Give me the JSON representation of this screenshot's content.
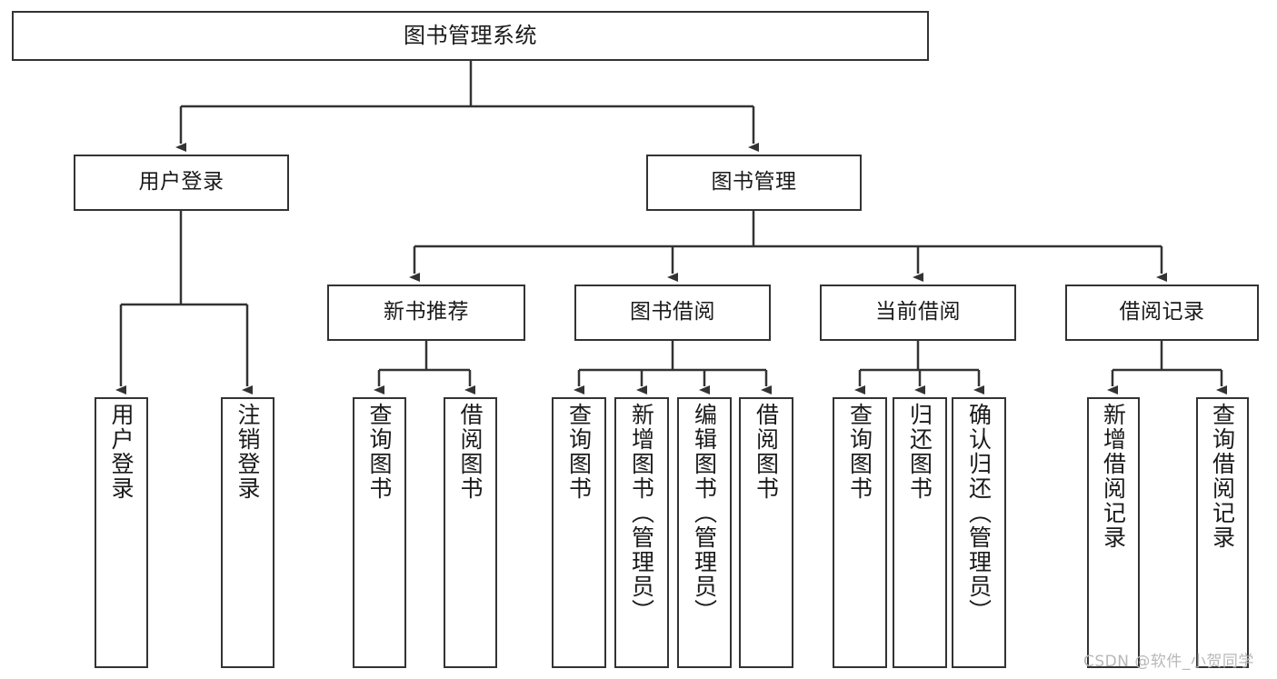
{
  "diagram": {
    "title": "图书管理系统",
    "watermark": "CSDN @软件_小贺同学",
    "levels": {
      "root_label": "图书管理系统",
      "level2": [
        "用户登录",
        "图书管理"
      ],
      "level3": [
        "新书推荐",
        "图书借阅",
        "当前借阅",
        "借阅记录"
      ]
    },
    "nodes": {
      "root": {
        "label": "图书管理系统"
      },
      "user_login": {
        "label": "用户登录"
      },
      "book_manage": {
        "label": "图书管理"
      },
      "new_book_rec": {
        "label": "新书推荐"
      },
      "book_borrow": {
        "label": "图书借阅"
      },
      "current_borrow": {
        "label": "当前借阅"
      },
      "borrow_record": {
        "label": "借阅记录"
      },
      "leaf_user_login": {
        "label": "用户登录"
      },
      "leaf_logout": {
        "label": "注销登录"
      },
      "leaf_query_book_a": {
        "label": "查询图书"
      },
      "leaf_borrow_book_a": {
        "label": "借阅图书"
      },
      "leaf_query_book_b": {
        "label": "查询图书"
      },
      "leaf_add_book": {
        "label": "新增图书（管理员）"
      },
      "leaf_edit_book": {
        "label": "编辑图书（管理员）"
      },
      "leaf_borrow_book_b": {
        "label": "借阅图书"
      },
      "leaf_query_book_c": {
        "label": "查询图书"
      },
      "leaf_return_book": {
        "label": "归还图书"
      },
      "leaf_confirm_return": {
        "label": "确认归还（管理员）"
      },
      "leaf_add_record": {
        "label": "新增借阅记录"
      },
      "leaf_query_record": {
        "label": "查询借阅记录"
      }
    },
    "colors": {
      "border": "#333333",
      "background": "#ffffff",
      "text": "#1a1a1a",
      "watermark": "#b8b8b8"
    }
  }
}
